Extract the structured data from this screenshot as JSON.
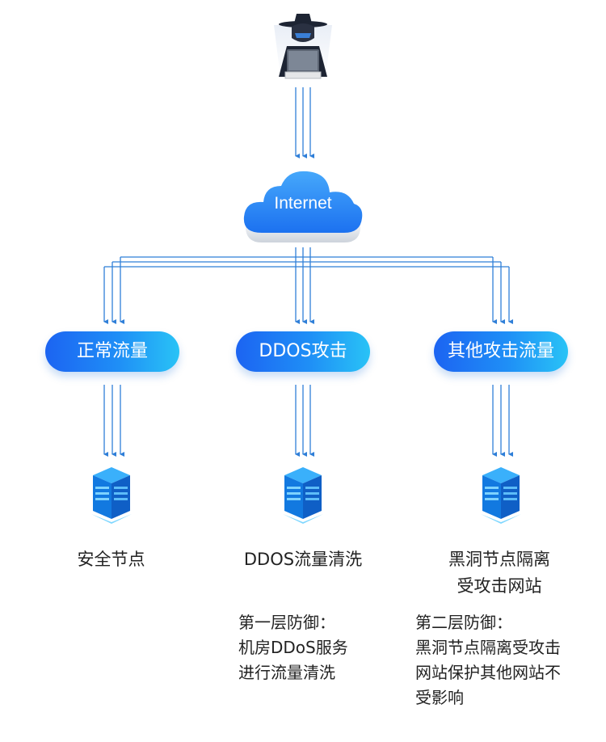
{
  "cloud": {
    "label": "Internet"
  },
  "categories": [
    {
      "label": "正常流量"
    },
    {
      "label": "DDOS攻击"
    },
    {
      "label": "其他攻击流量"
    }
  ],
  "nodes": [
    {
      "label_line1": "安全节点",
      "label_line2": ""
    },
    {
      "label_line1": "DDOS流量清洗",
      "label_line2": ""
    },
    {
      "label_line1": "黑洞节点隔离",
      "label_line2": "受攻击网站"
    }
  ],
  "notes": [
    {
      "line1": "第一层防御：",
      "line2": "机房DDoS服务",
      "line3": "进行流量清洗",
      "line4": ""
    },
    {
      "line1": "第二层防御：",
      "line2": "黑洞节点隔离受攻击",
      "line3": "网站保护其他网站不",
      "line4": "受影响"
    }
  ],
  "colors": {
    "arrow": "#2f7fd8",
    "pill_start": "#1c64f2",
    "pill_end": "#29c3f6",
    "server": "#1e8ff0"
  },
  "icons": {
    "attacker": "hacker-icon",
    "cloud": "cloud-icon",
    "server": "server-icon"
  }
}
